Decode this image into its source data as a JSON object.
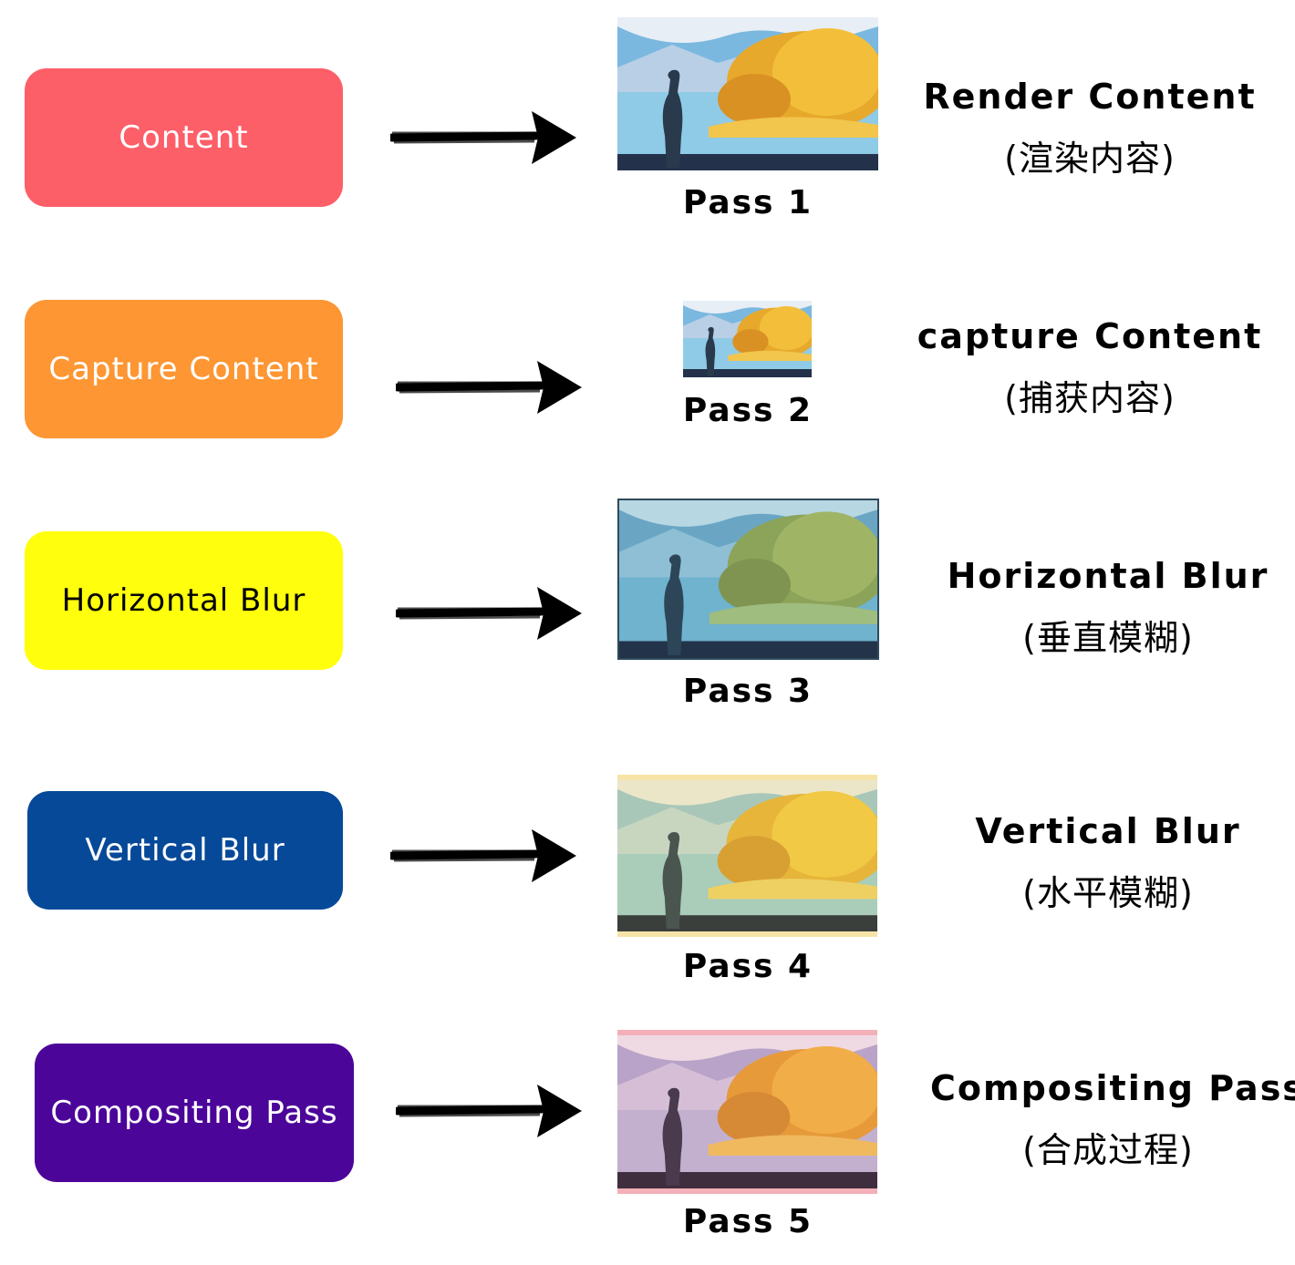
{
  "rows": [
    {
      "box_label": "Content",
      "box_color": "#fd5f69",
      "box_text_color": "#ffffff",
      "pass": "Pass 1",
      "title": "Render Content",
      "subtitle": "(渲染内容)",
      "tint": "none"
    },
    {
      "box_label": "Capture Content",
      "box_color": "#fd9633",
      "box_text_color": "#ffffff",
      "pass": "Pass 2",
      "title": "capture Content",
      "subtitle": "(捕获内容)",
      "tint": "none"
    },
    {
      "box_label": "Horizontal Blur",
      "box_color": "#ffff0d",
      "box_text_color": "#000000",
      "pass": "Pass 3",
      "title": "Horizontal Blur",
      "subtitle": "(垂直模糊)",
      "tint": "#4aa6c8"
    },
    {
      "box_label": "Vertical Blur",
      "box_color": "#064999",
      "box_text_color": "#ffffff",
      "pass": "Pass 4",
      "title": "Vertical Blur",
      "subtitle": "(水平模糊)",
      "tint": "#f6d98a"
    },
    {
      "box_label": "Compositing Pass",
      "box_color": "#4c0599",
      "box_text_color": "#ffffff",
      "pass": "Pass 5",
      "title": "Compositing Pass",
      "subtitle": "(合成过程)",
      "tint": "#f4a9b2"
    }
  ]
}
